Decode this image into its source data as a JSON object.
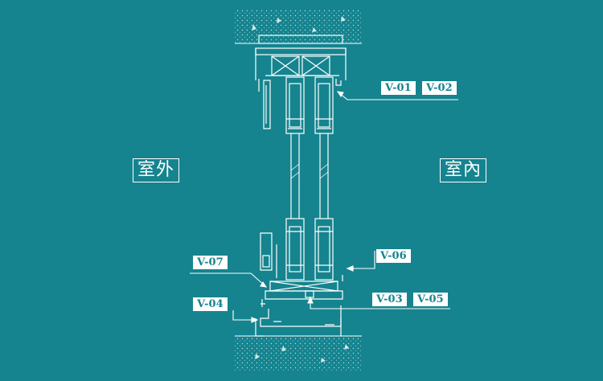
{
  "labels": {
    "exterior": "室外",
    "interior": "室內"
  },
  "tags": {
    "v01": "V-01",
    "v02": "V-02",
    "v03": "V-03",
    "v04": "V-04",
    "v05": "V-05",
    "v06": "V-06",
    "v07": "V-07"
  },
  "colors": {
    "background": "#15848f",
    "line": "#ffffff",
    "tag_text": "#15848f"
  }
}
